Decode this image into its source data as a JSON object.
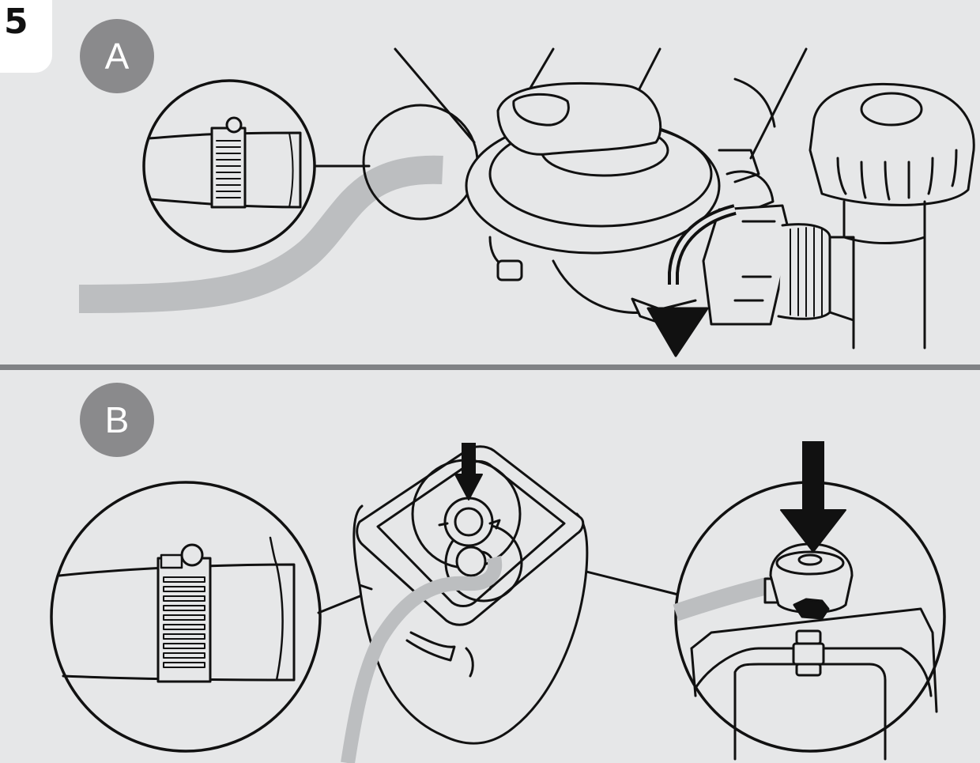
{
  "step": {
    "number": "5"
  },
  "panels": [
    {
      "label": "A"
    },
    {
      "label": "B"
    }
  ],
  "colors": {
    "background": "#e6e7e8",
    "hose": "#bcbec0",
    "label_circle": "#8a8a8c",
    "divider": "#808285",
    "ink": "#111111"
  }
}
